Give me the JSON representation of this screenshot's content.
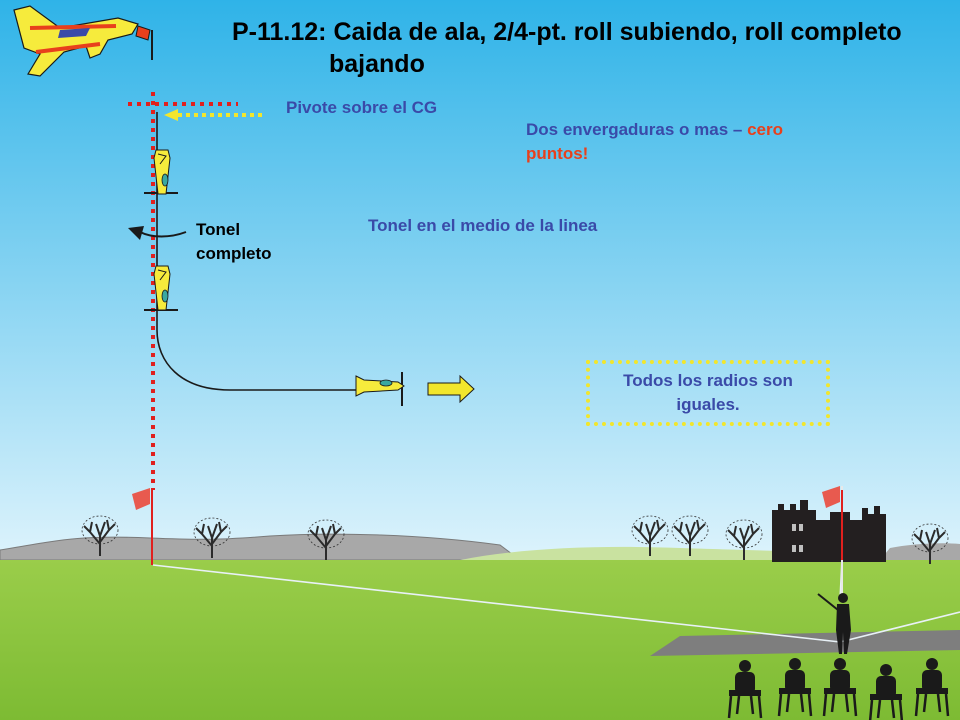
{
  "title": {
    "line1": "P-11.12: Caida de ala, 2/4-pt. roll subiendo, roll completo",
    "line2": "bajando"
  },
  "labels": {
    "pivot": "Pivote sobre el CG",
    "span_rule_prefix": "Dos envergaduras o mas – ",
    "span_rule_penalty": "cero",
    "span_rule_suffix": "puntos!",
    "roll_middle": "Tonel en el medio de la linea",
    "full_roll_1": "Tonel",
    "full_roll_2": "completo",
    "radii_equal": "Todos los radios son iguales."
  },
  "colors": {
    "sky_top": "#2FB3E8",
    "sky_bottom": "#D8F1FB",
    "ground": "#8DC63F",
    "reference_line": "#E0201E",
    "highlight": "#F2E62C",
    "text_blue": "#3A4AA8",
    "text_red": "#E8401C"
  }
}
